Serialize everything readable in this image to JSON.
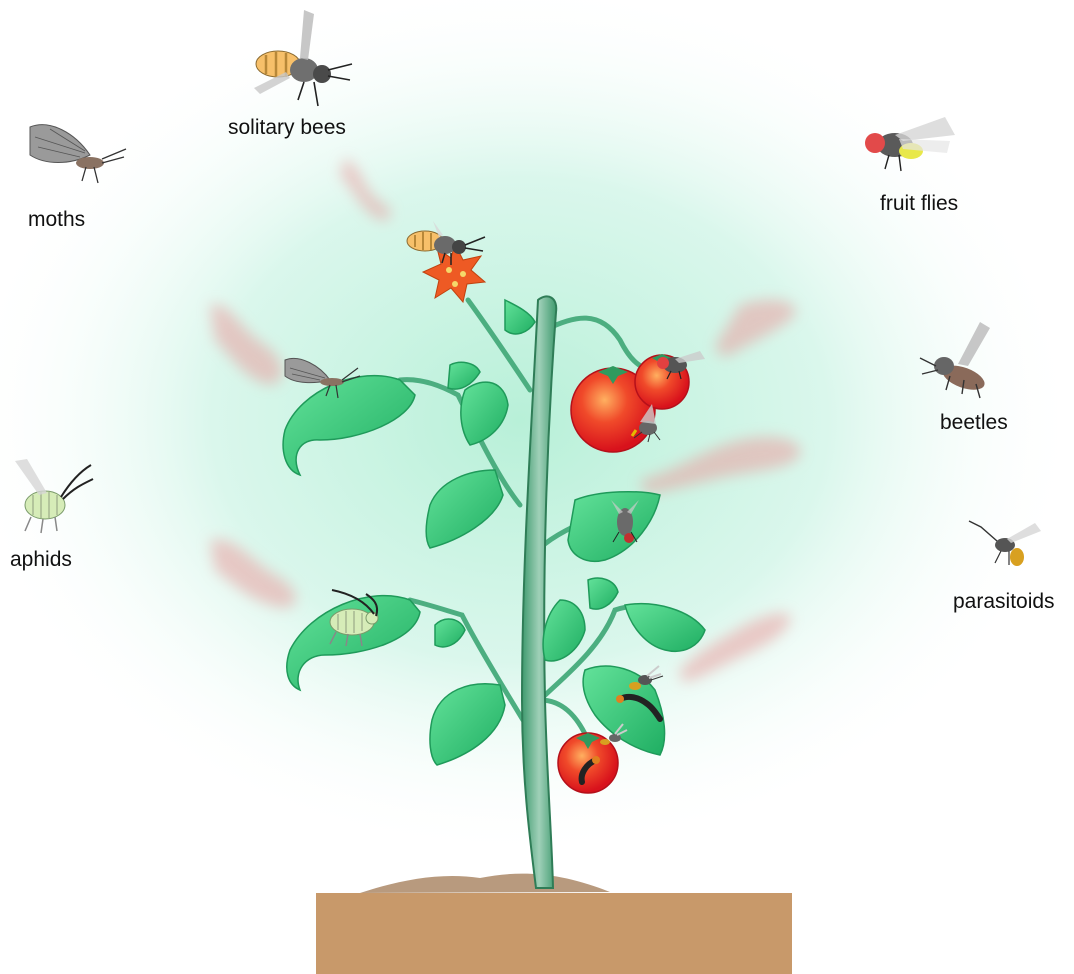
{
  "labels": {
    "solitary_bees": "solitary bees",
    "moths": "moths",
    "fruit_flies": "fruit flies",
    "beetles": "beetles",
    "aphids": "aphids",
    "parasitoids": "parasitoids"
  },
  "colors": {
    "glow": "#c6f2df",
    "leaf": "#33cc77",
    "leaf_dark": "#1f9a5a",
    "stem": "#5fae8a",
    "tomato": "#e8262a",
    "flower": "#ee5a24",
    "soil": "#c8996a",
    "volatile_plume": "#e9a0a0"
  },
  "icons": [
    "plant-icon",
    "bee-icon",
    "moth-icon",
    "fly-icon",
    "beetle-icon",
    "aphid-icon",
    "wasp-icon",
    "caterpillar-icon"
  ]
}
